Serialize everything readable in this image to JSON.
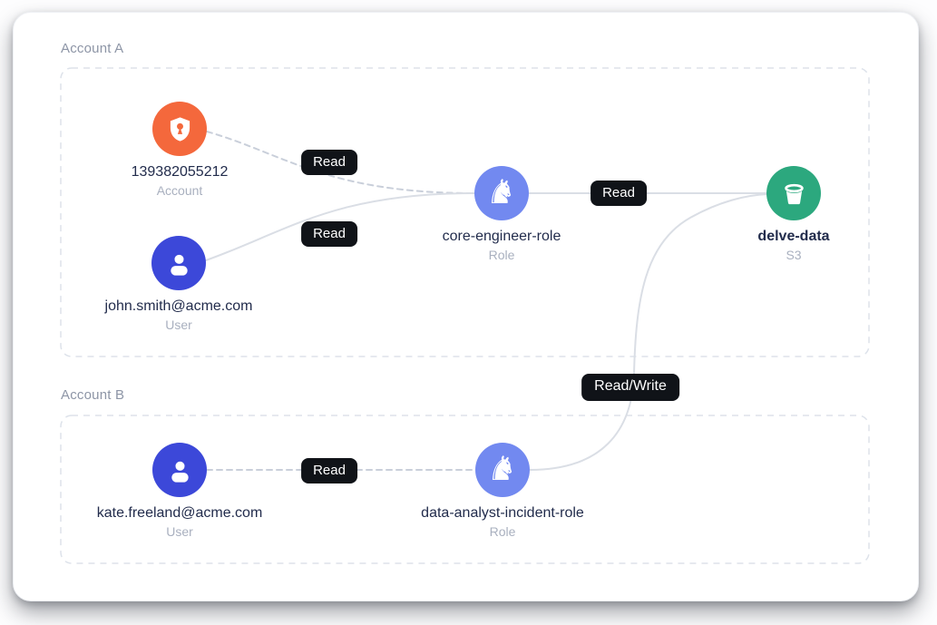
{
  "sections": {
    "account_a": {
      "label": "Account A"
    },
    "account_b": {
      "label": "Account B"
    }
  },
  "nodes": {
    "account": {
      "name": "139382055212",
      "type": "Account",
      "icon": "shield-lock-icon"
    },
    "john": {
      "name": "john.smith@acme.com",
      "type": "User",
      "icon": "user-icon"
    },
    "core_role": {
      "name": "core-engineer-role",
      "type": "Role",
      "icon": "chess-knight-icon"
    },
    "delve_data": {
      "name": "delve-data",
      "type": "S3",
      "icon": "bucket-icon"
    },
    "kate": {
      "name": "kate.freeland@acme.com",
      "type": "User",
      "icon": "user-icon"
    },
    "analyst_role": {
      "name": "data-analyst-incident-role",
      "type": "Role",
      "icon": "chess-knight-icon"
    }
  },
  "edges": {
    "account_to_core_role": {
      "label": "Read",
      "line": "dashed"
    },
    "john_to_core_role": {
      "label": "Read",
      "line": "solid"
    },
    "core_role_to_delve_data": {
      "label": "Read",
      "line": "solid"
    },
    "kate_to_analyst_role": {
      "label": "Read",
      "line": "dashed"
    },
    "analyst_role_to_delve_data": {
      "label": "Read/Write",
      "line": "solid"
    }
  },
  "glyphs": {
    "knight": "♞"
  },
  "colors": {
    "account_icon_bg": "#f4683c",
    "user_icon_bg": "#3c48d9",
    "role_icon_bg": "#7289f0",
    "s3_icon_bg": "#2ca87e",
    "badge_bg": "#101318",
    "badge_text": "#ffffff",
    "edge_solid": "#dadee5",
    "edge_dashed": "#c9cfda",
    "region_border": "#dde2ea",
    "node_name_text": "#222c4c",
    "node_type_text": "#a9b0bf",
    "section_label_text": "#8d95a6"
  }
}
